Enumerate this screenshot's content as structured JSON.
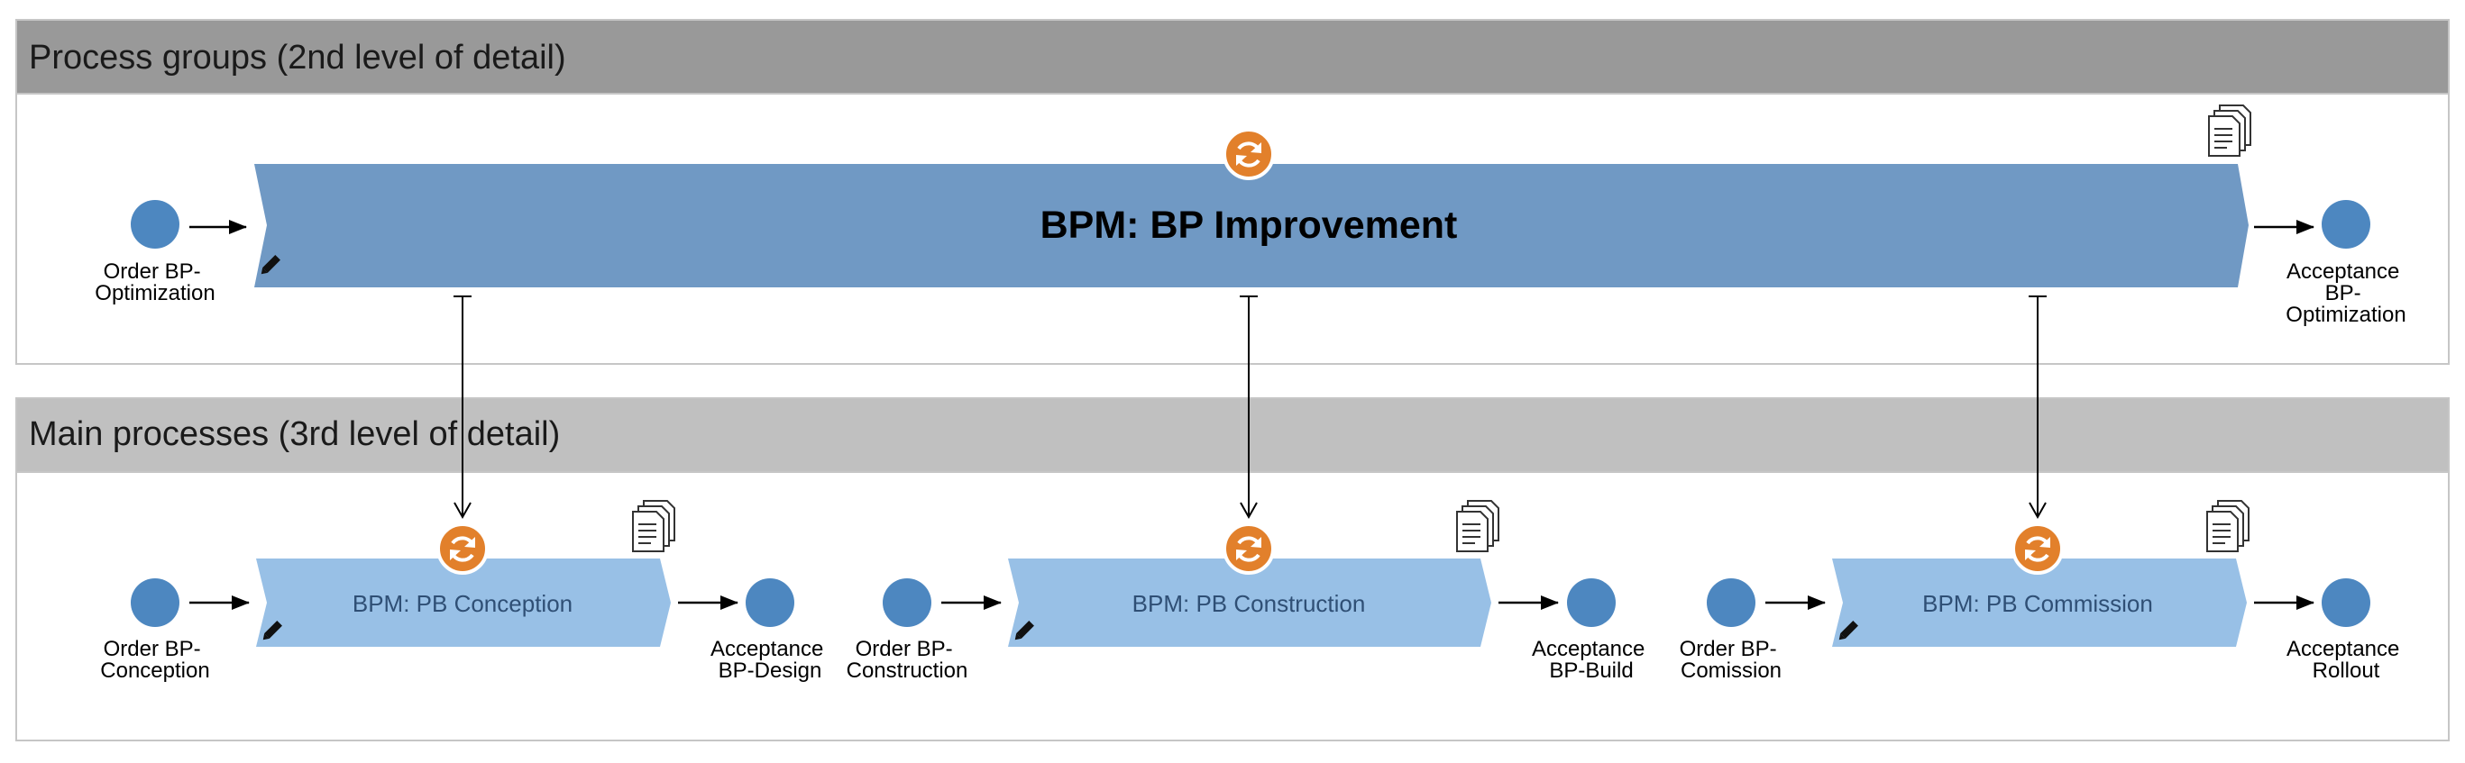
{
  "lanes": {
    "top_title": "Process groups (2nd level of detail)",
    "bottom_title": "Main processes (3rd level of detail)"
  },
  "top": {
    "process_label": "BPM: BP Improvement",
    "start_event": [
      "Order BP-",
      "Optimization"
    ],
    "end_event": [
      "Acceptance",
      "BP-",
      "Optimization"
    ]
  },
  "bottom": {
    "processes": [
      {
        "label": "BPM: PB Conception",
        "start": [
          "Order BP-",
          "Conception"
        ],
        "end": [
          "Acceptance",
          "BP-Design"
        ]
      },
      {
        "label": "BPM: PB Construction",
        "start": [
          "Order BP-",
          "Construction"
        ],
        "end": [
          "Acceptance",
          "BP-Build"
        ]
      },
      {
        "label": "BPM: PB Commission",
        "start": [
          "Order BP-",
          "Comission"
        ],
        "end": [
          "Acceptance",
          "Rollout"
        ]
      }
    ]
  },
  "icons": {
    "subprocess": "refresh-icon",
    "documents": "documents-icon",
    "edit": "pencil-icon"
  },
  "colors": {
    "top_header": "#999999",
    "bottom_header": "#c0c0c0",
    "lane_border": "#c6c6c6",
    "main_process": "#7099c4",
    "sub_process": "#98c0e6",
    "event": "#4d87c0",
    "subprocess_badge": "#e2802b"
  }
}
